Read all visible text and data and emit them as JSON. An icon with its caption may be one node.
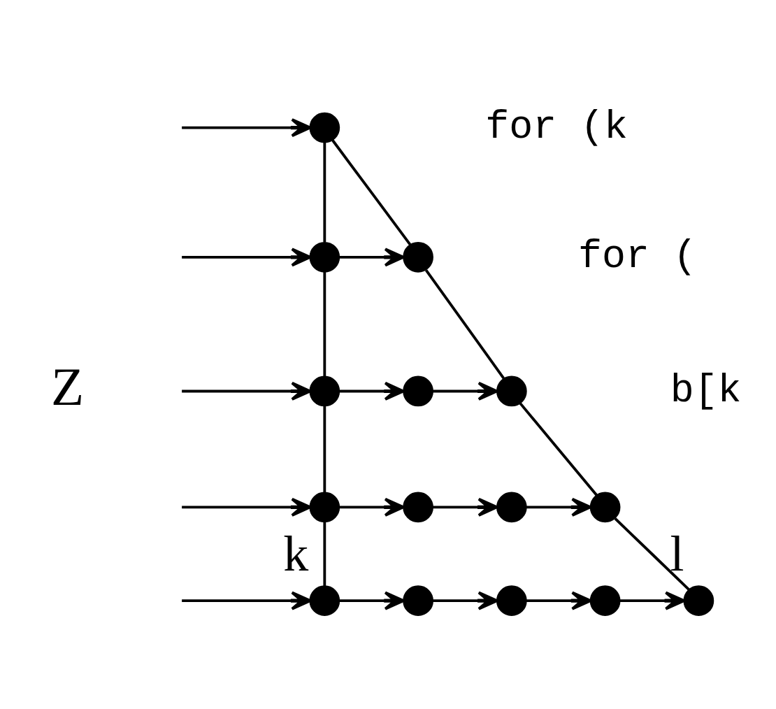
{
  "diagram": {
    "nodes": [
      {
        "text": [],
        "shape": "circle"
      },
      {
        "text": [],
        "shape": "circle"
      },
      {
        "text": [],
        "shape": "circle"
      },
      {
        "text": [],
        "shape": "circle"
      },
      {
        "text": [],
        "shape": "circle"
      },
      {
        "text": [],
        "shape": "circle"
      },
      {
        "text": [],
        "shape": "circle"
      },
      {
        "text": [],
        "shape": "circle"
      },
      {
        "text": [],
        "shape": "circle"
      },
      {
        "text": [],
        "shape": "circle"
      },
      {
        "text": [],
        "shape": "circle",
        "beside": [
          "k"
        ]
      },
      {
        "text": [],
        "shape": "circle"
      },
      {
        "text": [],
        "shape": "circle"
      },
      {
        "text": [],
        "shape": "circle"
      },
      {
        "text": [],
        "shape": "circle",
        "beside": [
          "l"
        ]
      }
    ],
    "edges": [
      {
        "from": null,
        "to": 0,
        "arrow": "to"
      },
      {
        "from": null,
        "to": 1,
        "arrow": "to"
      },
      {
        "from": null,
        "to": 3,
        "arrow": "to"
      },
      {
        "from": null,
        "to": 6,
        "arrow": "to"
      },
      {
        "from": null,
        "to": 10,
        "arrow": "to"
      },
      {
        "from": 0,
        "to": 1,
        "arrow": "none"
      },
      {
        "from": 1,
        "to": 3,
        "arrow": "none"
      },
      {
        "from": 3,
        "to": 6,
        "arrow": "none"
      },
      {
        "from": 6,
        "to": 10,
        "arrow": "none"
      },
      {
        "from": 0,
        "to": 2,
        "arrow": "none"
      },
      {
        "from": 2,
        "to": 5,
        "arrow": "none"
      },
      {
        "from": 5,
        "to": 9,
        "arrow": "none"
      },
      {
        "from": 9,
        "to": 14,
        "arrow": "none"
      },
      {
        "from": 1,
        "to": 2,
        "arrow": "to"
      },
      {
        "from": 3,
        "to": 4,
        "arrow": "to"
      },
      {
        "from": 4,
        "to": 5,
        "arrow": "to"
      },
      {
        "from": 6,
        "to": 7,
        "arrow": "to"
      },
      {
        "from": 7,
        "to": 8,
        "arrow": "to"
      },
      {
        "from": 8,
        "to": 9,
        "arrow": "to"
      },
      {
        "from": 10,
        "to": 11,
        "arrow": "to"
      },
      {
        "from": 11,
        "to": 12,
        "arrow": "to"
      },
      {
        "from": 12,
        "to": 13,
        "arrow": "to"
      },
      {
        "from": 13,
        "to": 14,
        "arrow": "to"
      }
    ],
    "labels": [
      "for (k",
      "for (",
      "b[k",
      "Z"
    ]
  }
}
